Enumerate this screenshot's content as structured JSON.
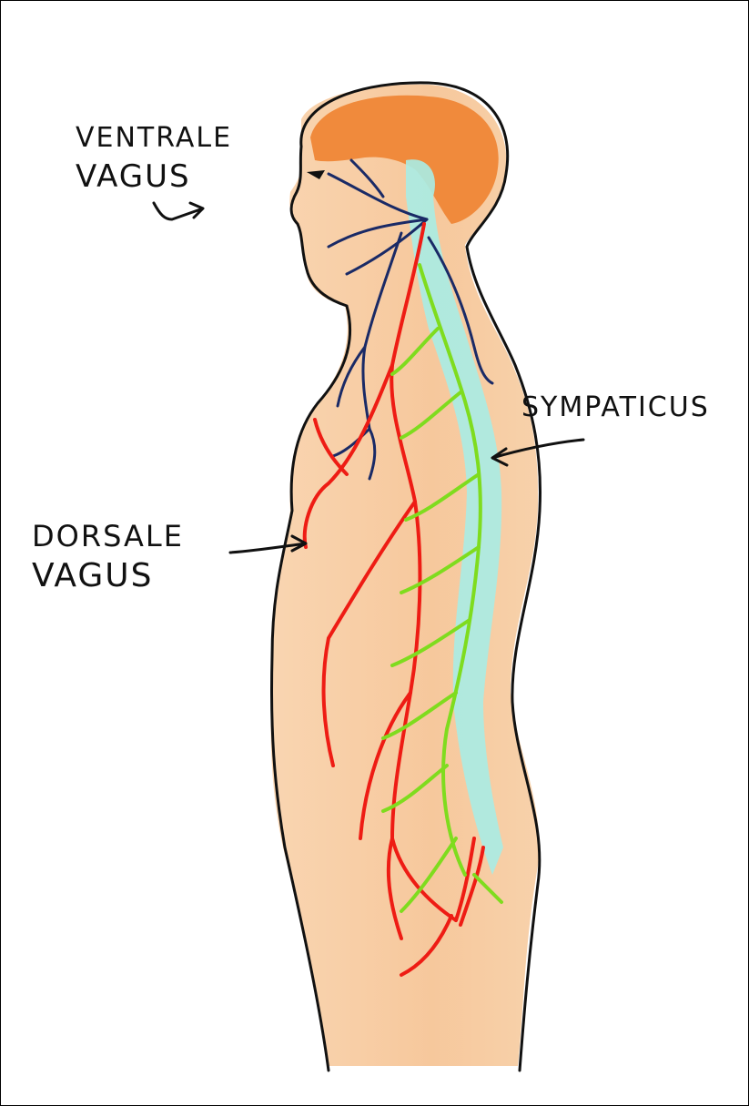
{
  "labels": {
    "ventrale_line1": "VENTRALE",
    "ventrale_line2": "VAGUS",
    "sympaticus": "SYMPATICUS",
    "dorsale_line1": "DORSALE",
    "dorsale_line2": "VAGUS"
  },
  "colors": {
    "skin": "#f6c79a",
    "brain": "#f08a3c",
    "spinal_cord": "#a8ece4",
    "ventral_vagus": "#1a2a66",
    "dorsal_vagus": "#ee1c14",
    "sympathetic": "#7fdc1e",
    "outline": "#111111"
  }
}
